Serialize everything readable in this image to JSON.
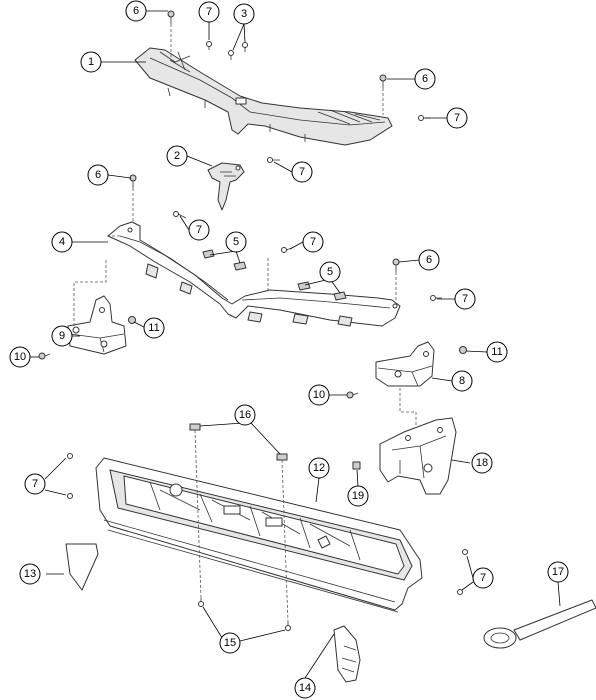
{
  "diagram": {
    "callouts": [
      {
        "id": "c1",
        "label": "1"
      },
      {
        "id": "c2",
        "label": "2"
      },
      {
        "id": "c3",
        "label": "3"
      },
      {
        "id": "c4",
        "label": "4"
      },
      {
        "id": "c5a",
        "label": "5"
      },
      {
        "id": "c5b",
        "label": "5"
      },
      {
        "id": "c6a",
        "label": "6"
      },
      {
        "id": "c6b",
        "label": "6"
      },
      {
        "id": "c6c",
        "label": "6"
      },
      {
        "id": "c6d",
        "label": "6"
      },
      {
        "id": "c7a",
        "label": "7"
      },
      {
        "id": "c7b",
        "label": "7"
      },
      {
        "id": "c7c",
        "label": "7"
      },
      {
        "id": "c7d",
        "label": "7"
      },
      {
        "id": "c7e",
        "label": "7"
      },
      {
        "id": "c7f",
        "label": "7"
      },
      {
        "id": "c7g",
        "label": "7"
      },
      {
        "id": "c7h",
        "label": "7"
      },
      {
        "id": "c8",
        "label": "8"
      },
      {
        "id": "c9",
        "label": "9"
      },
      {
        "id": "c10a",
        "label": "10"
      },
      {
        "id": "c10b",
        "label": "10"
      },
      {
        "id": "c11a",
        "label": "11"
      },
      {
        "id": "c11b",
        "label": "11"
      },
      {
        "id": "c12",
        "label": "12"
      },
      {
        "id": "c13",
        "label": "13"
      },
      {
        "id": "c14",
        "label": "14"
      },
      {
        "id": "c15",
        "label": "15"
      },
      {
        "id": "c16",
        "label": "16"
      },
      {
        "id": "c17",
        "label": "17"
      },
      {
        "id": "c18",
        "label": "18"
      },
      {
        "id": "c19",
        "label": "19"
      }
    ]
  }
}
